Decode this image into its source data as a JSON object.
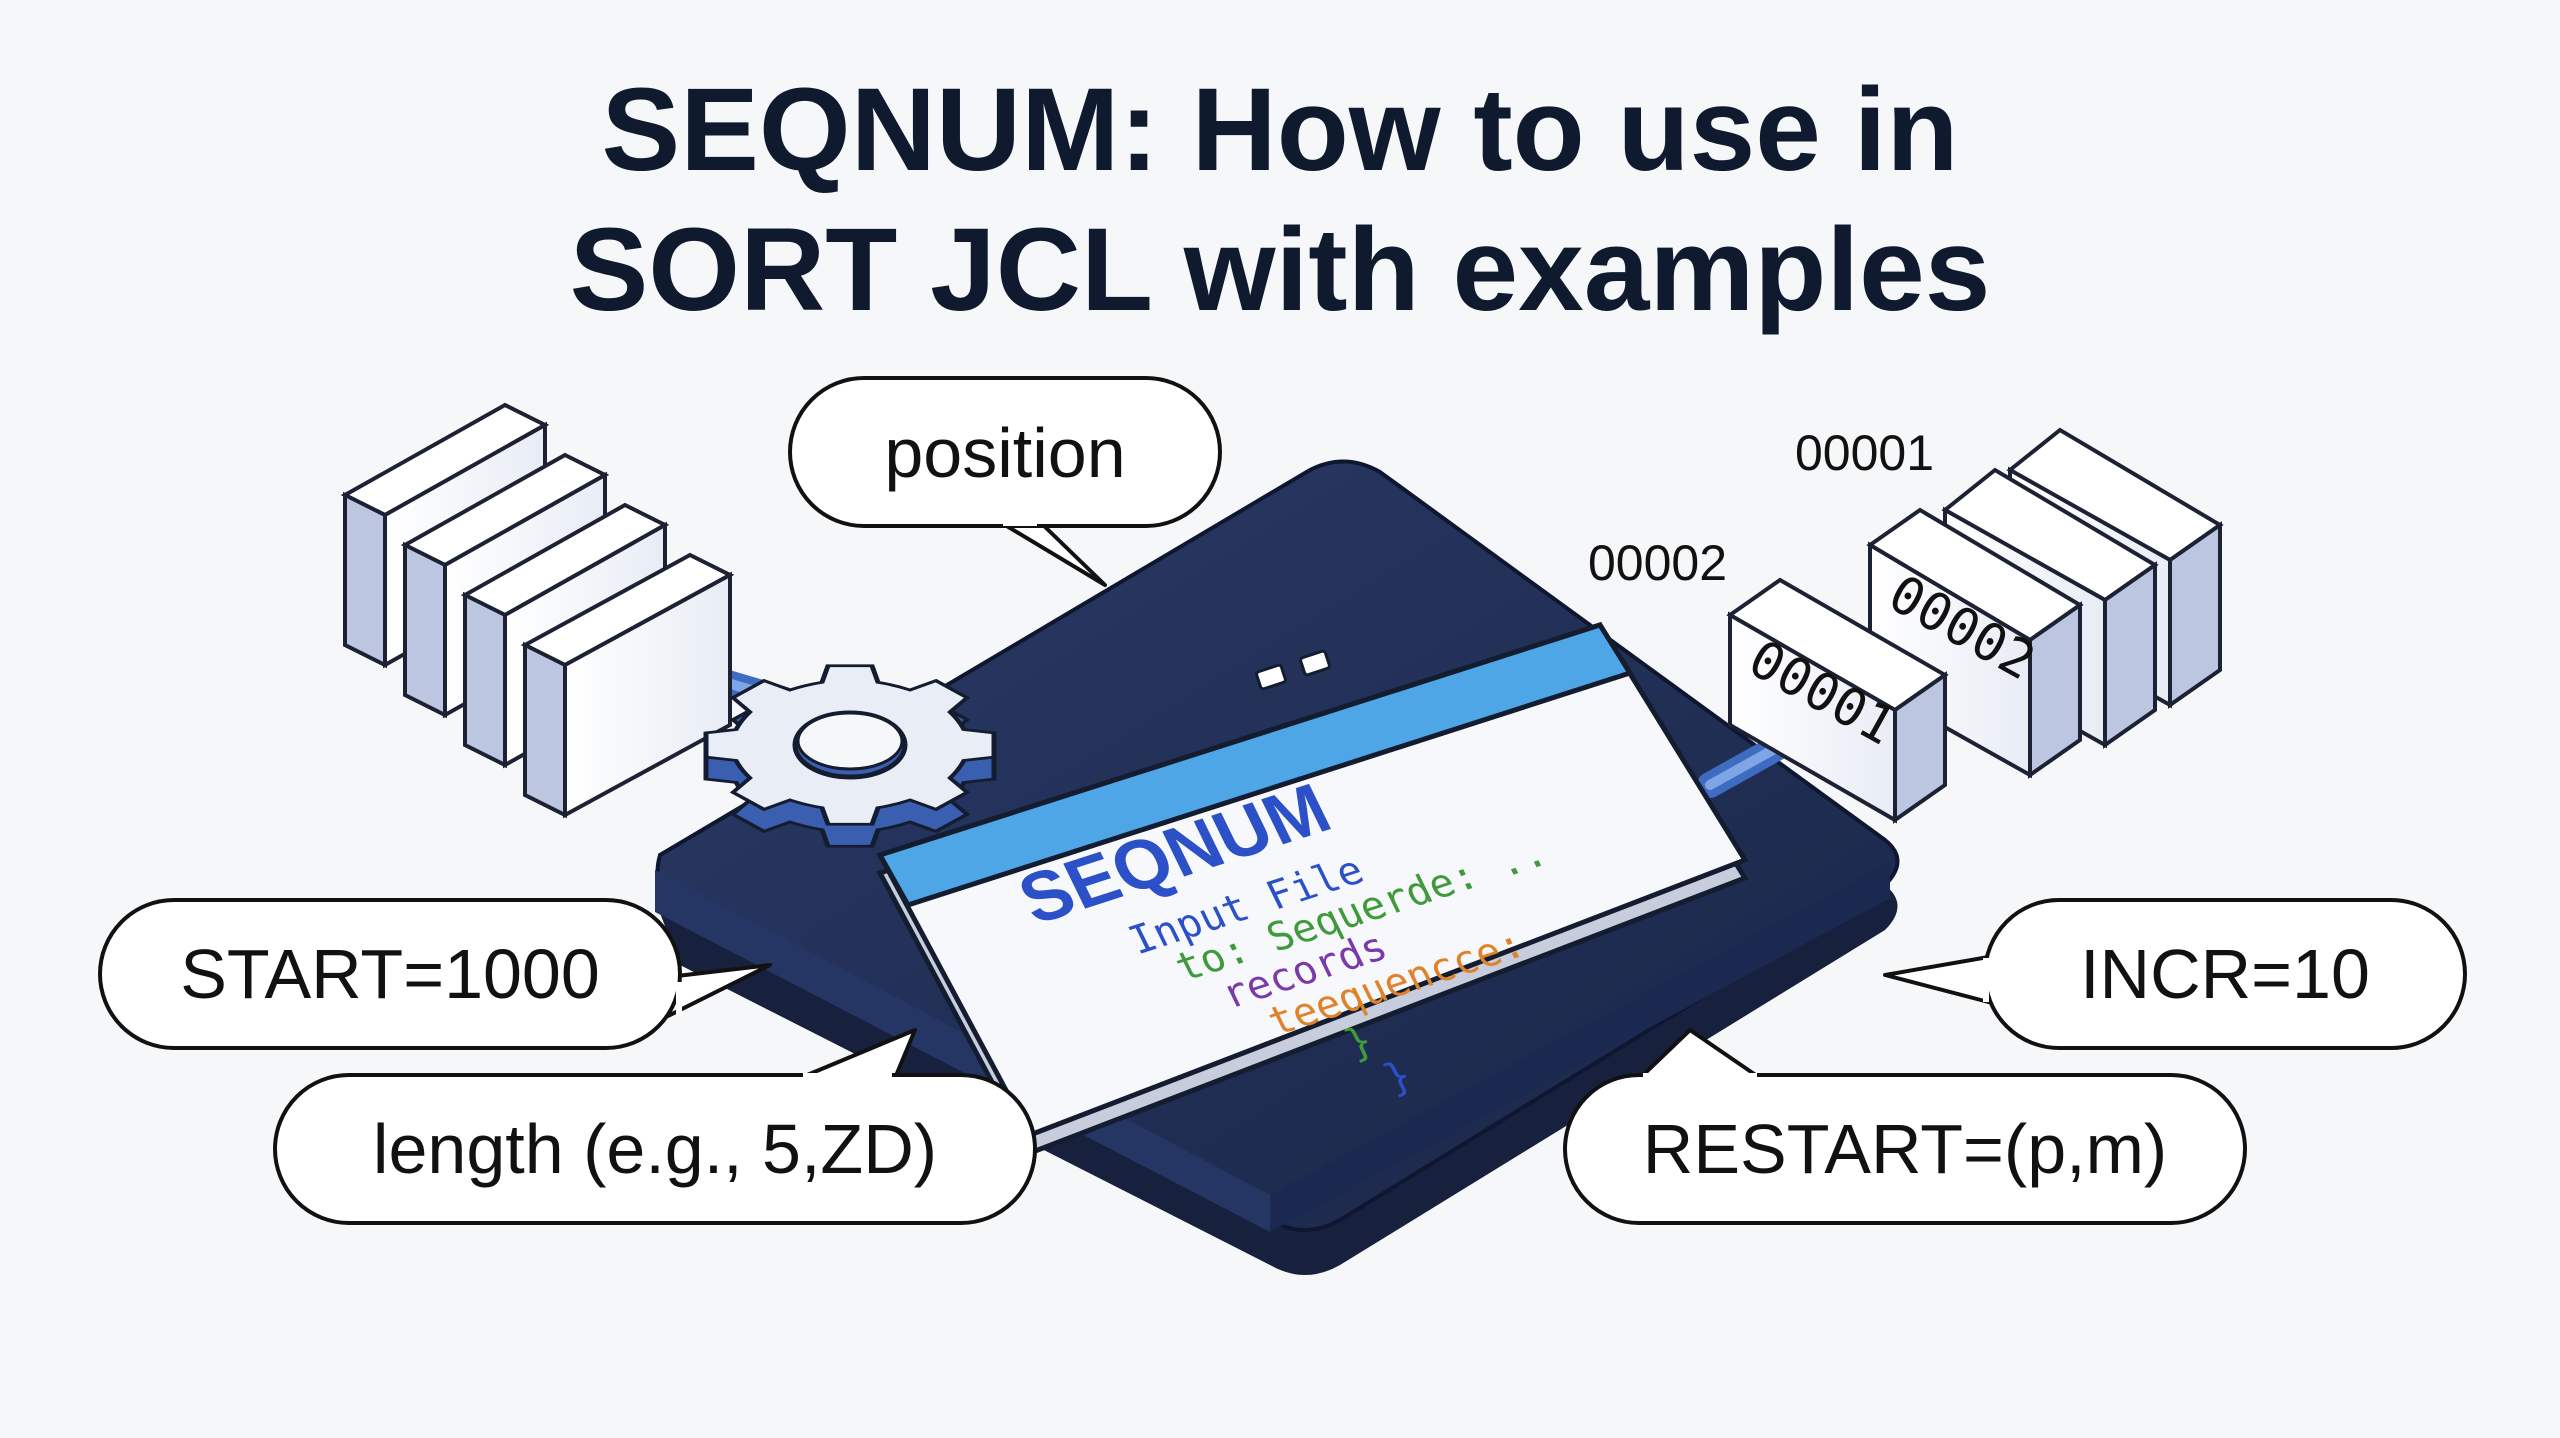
{
  "title": {
    "line1": "SEQNUM: How to use in",
    "line2": "SORT JCL with examples"
  },
  "callouts": {
    "position": "position",
    "start": "START=1000",
    "length": "length (e.g., 5,ZD)",
    "incr": "INCR=10",
    "restart": "RESTART=(p,m)"
  },
  "screen": {
    "heading": "SEQNUM",
    "code_lines": [
      "Input File",
      "to: Sequerde: ..",
      "records",
      "teequencce:",
      "}",
      "}"
    ]
  },
  "output_records": {
    "card_front": "00001",
    "card_second": "00002",
    "label_top": "00001",
    "label_left": "00002"
  },
  "colors": {
    "platform": "#1f2e55",
    "accent_blue": "#4a7fd4",
    "screen_header": "#4fa6e6",
    "code_blue": "#2b50c8",
    "code_green": "#3f9a3a",
    "code_orange": "#e0822a",
    "code_purple": "#7a3aa8"
  },
  "icons": [
    "gear-icon",
    "input-records-icon",
    "output-records-icon",
    "window-buttons-icon"
  ]
}
